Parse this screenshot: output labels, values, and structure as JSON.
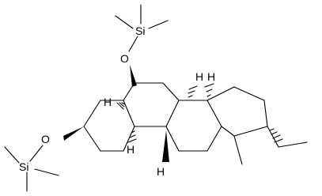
{
  "molecule": {
    "atoms": {
      "si_top": "Si",
      "o_top": "O",
      "o_left": "O",
      "si_left": "Si",
      "h_c5": "H",
      "h_c8": "H",
      "h_c9": "H",
      "h_c14": "H"
    }
  }
}
